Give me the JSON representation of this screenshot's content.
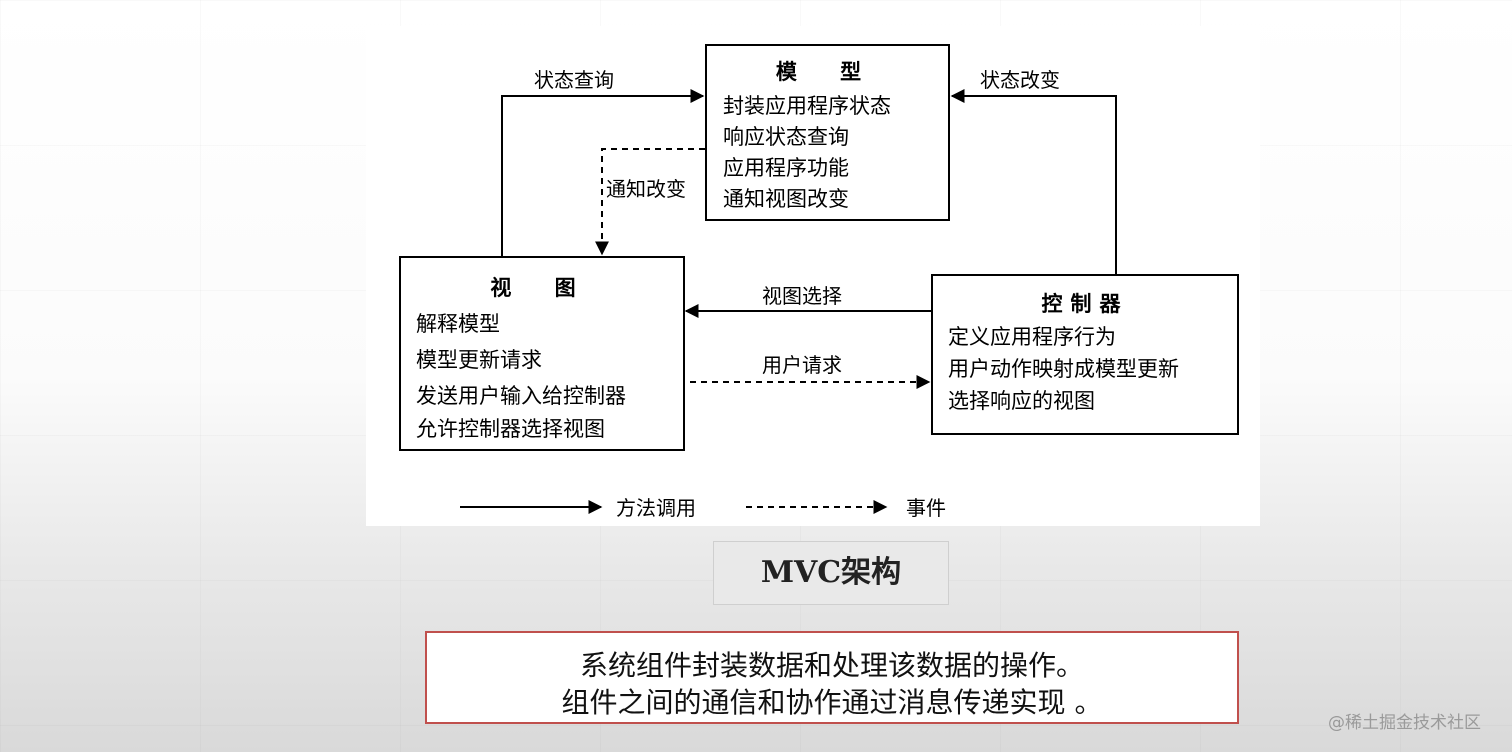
{
  "diagram": {
    "model": {
      "title": "模 型",
      "items": [
        "封装应用程序状态",
        "响应状态查询",
        "应用程序功能",
        "通知视图改变"
      ]
    },
    "view": {
      "title": "视 图",
      "items": [
        "解释模型",
        "模型更新请求",
        "发送用户输入给控制器",
        "允许控制器选择视图"
      ]
    },
    "controller": {
      "title": "控制器",
      "items": [
        "定义应用程序行为",
        "用户动作映射成模型更新",
        "选择响应的视图"
      ]
    },
    "edges": {
      "state_query": "状态查询",
      "state_change": "状态改变",
      "notify_change": "通知改变",
      "view_select": "视图选择",
      "user_request": "用户请求"
    },
    "legend": {
      "method_call": "方法调用",
      "event": "事件"
    }
  },
  "caption": "MVC架构",
  "description": {
    "line1": "系统组件封装数据和处理该数据的操作。",
    "line2": "组件之间的通信和协作通过消息传递实现 。"
  },
  "watermark": "@稀土掘金技术社区"
}
